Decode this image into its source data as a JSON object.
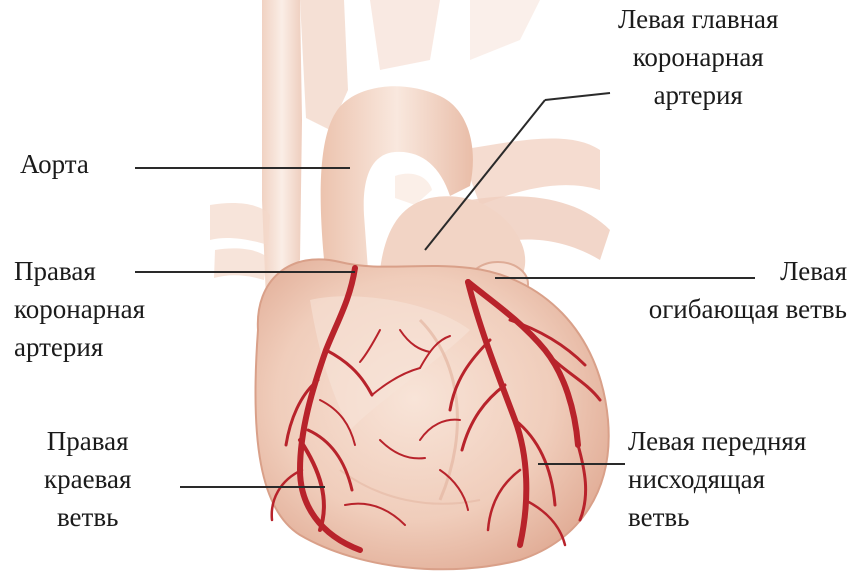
{
  "diagram": {
    "labels": {
      "left_main_coronary": [
        "Левая главная",
        "коронарная",
        "артерия"
      ],
      "aorta": [
        "Аорта"
      ],
      "right_coronary": [
        "Правая",
        "коронарная",
        "артерия"
      ],
      "left_circumflex": [
        "Левая",
        "огибающая ветвь"
      ],
      "right_marginal": [
        "Правая",
        "краевая",
        "ветвь"
      ],
      "left_anterior_descending": [
        "Левая передняя",
        "нисходящая",
        "ветвь"
      ]
    },
    "colors": {
      "background": "#ffffff",
      "heart_fill": "#f1d1c0",
      "heart_shade": "#e3ae98",
      "vessel_fill": "#f6e1d4",
      "artery": "#b8232b",
      "leader_line": "#2a2a2a"
    }
  }
}
